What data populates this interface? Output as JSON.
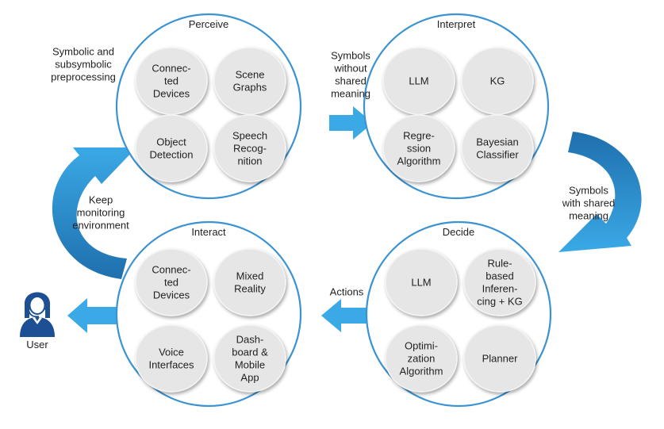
{
  "stages": [
    {
      "id": "perceive",
      "title": "Perceive",
      "nodes": [
        {
          "lines": [
            "Connec-",
            "ted",
            "Devices"
          ]
        },
        {
          "lines": [
            "Scene",
            "Graphs"
          ]
        },
        {
          "lines": [
            "Object",
            "Detection"
          ]
        },
        {
          "lines": [
            "Speech",
            "Recog-",
            "nition"
          ]
        }
      ]
    },
    {
      "id": "interpret",
      "title": "Interpret",
      "nodes": [
        {
          "lines": [
            "LLM"
          ]
        },
        {
          "lines": [
            "KG"
          ]
        },
        {
          "lines": [
            "Regre-",
            "ssion",
            "Algorithm"
          ]
        },
        {
          "lines": [
            "Bayesian",
            "Classifier"
          ]
        }
      ]
    },
    {
      "id": "decide",
      "title": "Decide",
      "nodes": [
        {
          "lines": [
            "LLM"
          ]
        },
        {
          "lines": [
            "Rule-",
            "based",
            "Inferen-",
            "cing + KG"
          ]
        },
        {
          "lines": [
            "Optimi-",
            "zation",
            "Algorithm"
          ]
        },
        {
          "lines": [
            "Planner"
          ]
        }
      ]
    },
    {
      "id": "interact",
      "title": "Interact",
      "nodes": [
        {
          "lines": [
            "Connec-",
            "ted",
            "Devices"
          ]
        },
        {
          "lines": [
            "Mixed",
            "Reality"
          ]
        },
        {
          "lines": [
            "Voice",
            "Interfaces"
          ]
        },
        {
          "lines": [
            "Dash-",
            "board &",
            "Mobile",
            "App"
          ]
        }
      ]
    }
  ],
  "labels": {
    "symbolic": [
      "Symbolic and",
      "subsymbolic",
      "preprocessing"
    ],
    "without_meaning": [
      "Symbols",
      "without",
      "shared",
      "meaning"
    ],
    "with_meaning": [
      "Symbols",
      "with shared",
      "meaning"
    ],
    "actions": [
      "Actions"
    ],
    "keep_monitoring": [
      "Keep",
      "monitoring",
      "environment"
    ]
  },
  "user_label": "User",
  "colors": {
    "ring": "#3b93d1",
    "node_fill": "#e6e6e6",
    "node_stroke": "#f4f4f4",
    "arrow_light": "#3aa9e6",
    "arrow_dark": "#1f6fad",
    "user_icon": "#1d4f94"
  }
}
